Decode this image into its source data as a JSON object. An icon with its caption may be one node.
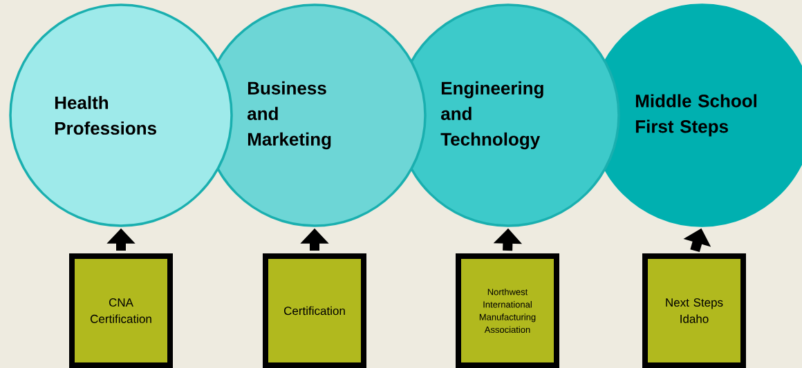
{
  "diagram": {
    "nodes": [
      {
        "text": [
          "Health Professions"
        ]
      },
      {
        "text": [
          "Business and Marketing"
        ]
      },
      {
        "text": [
          "Engineering and Technology"
        ]
      },
      {
        "text": [
          "Middle School First Steps"
        ]
      },
      {
        "text": [
          "CNA Certification"
        ]
      },
      {
        "text": [
          "Certification"
        ]
      },
      {
        "text": [
          "Northwest International Manufacturing Association"
        ]
      },
      {
        "text": [
          "Next Steps Idaho"
        ]
      }
    ],
    "edges": [
      {
        "from": 4,
        "to": 0,
        "arrow": "to"
      },
      {
        "from": 5,
        "to": 1,
        "arrow": "to"
      },
      {
        "from": 6,
        "to": 2,
        "arrow": "to"
      },
      {
        "from": 7,
        "to": 3,
        "arrow": "to"
      }
    ]
  }
}
